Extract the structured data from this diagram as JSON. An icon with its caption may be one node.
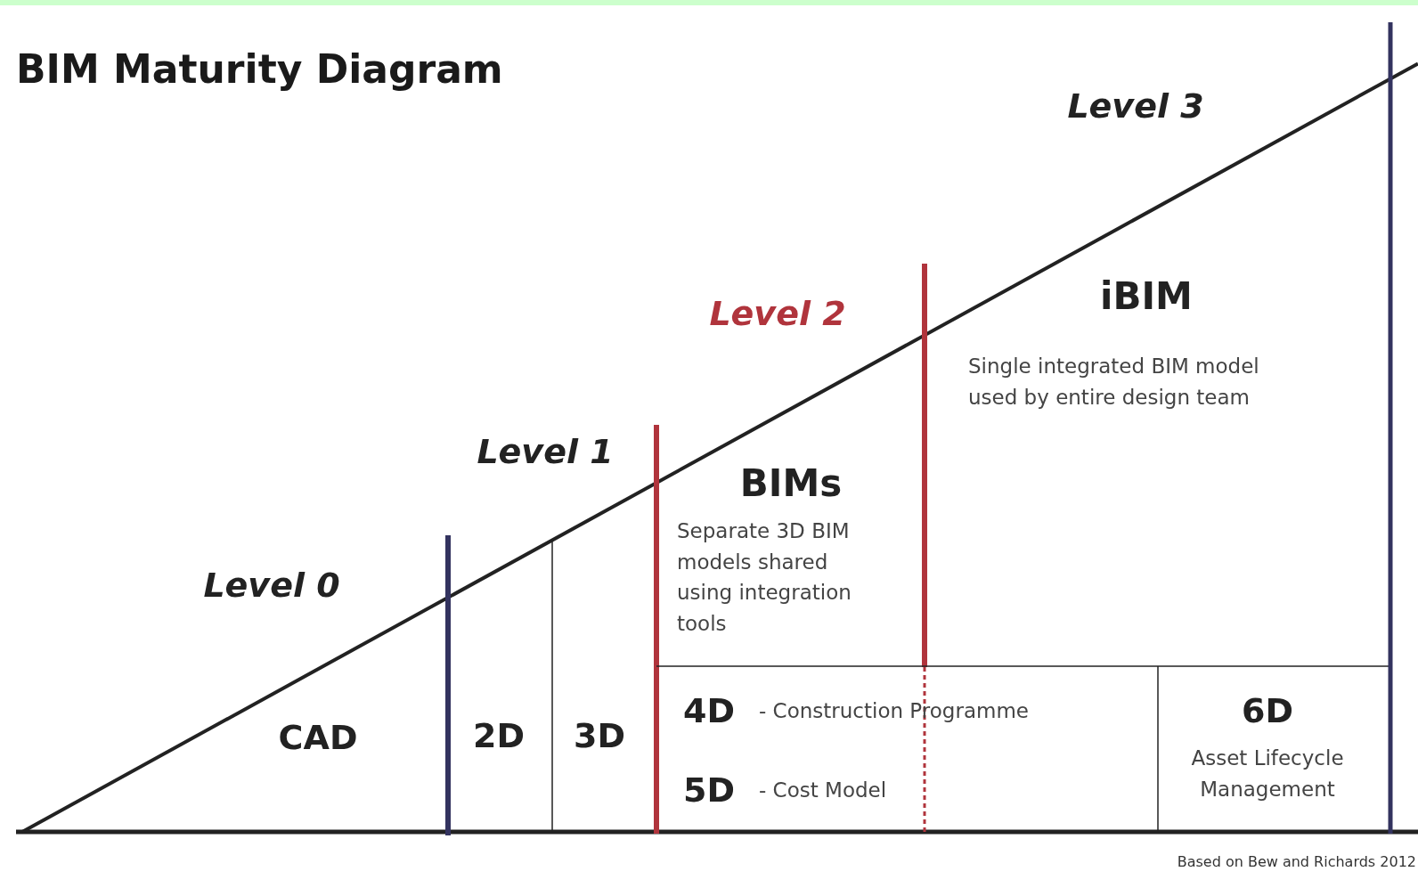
{
  "diagram": {
    "title": "BIM Maturity Diagram",
    "labels": [
      "Level 3",
      "iBIM",
      "Level 2",
      "Single integrated BIM model used by entire design team",
      "Level 1",
      "BIMs",
      "Separate 3D BIM models shared using integration tools",
      "Level 0",
      "4D",
      "- Construction Programme",
      "6D",
      "CAD",
      "2D",
      "3D",
      "Asset Lifecycle Management",
      "5D",
      "- Cost Model",
      "Based on Bew and Richards 2012"
    ]
  }
}
